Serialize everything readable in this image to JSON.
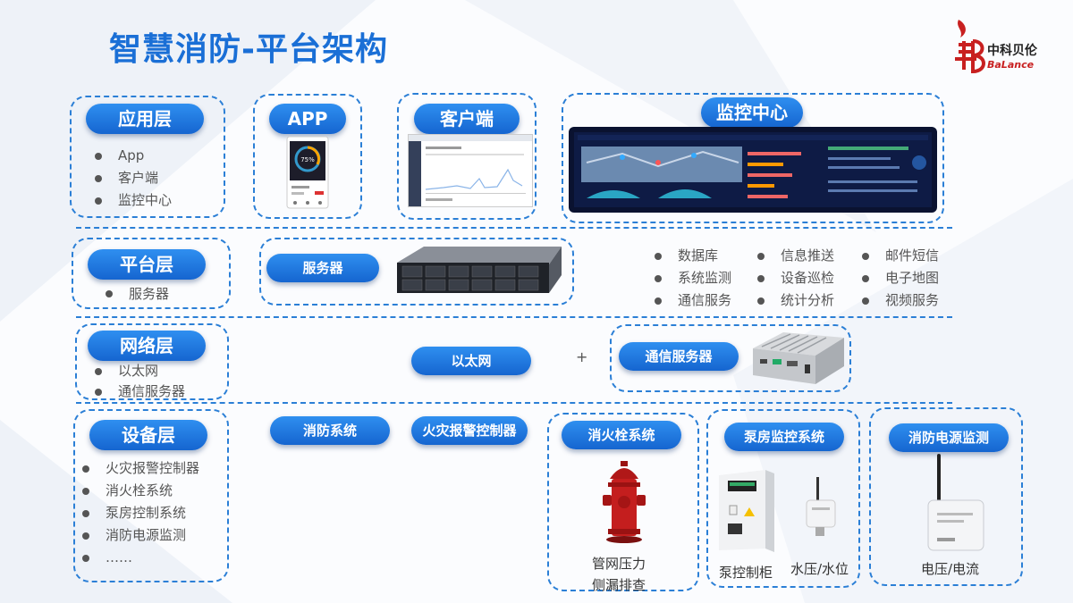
{
  "title": "智慧消防-平台架构",
  "logo": {
    "cn": "中科贝伦",
    "en": "BaLance"
  },
  "app_layer": {
    "label": "应用层",
    "items": [
      "App",
      "客户端",
      "监控中心"
    ],
    "app_label": "APP",
    "app_gauge": "75%",
    "client_label": "客户端",
    "monitor_label": "监控中心"
  },
  "platform_layer": {
    "label": "平台层",
    "items": [
      "服务器"
    ],
    "server_label": "服务器",
    "services": [
      "数据库",
      "信息推送",
      "邮件短信",
      "系统监测",
      "设备巡检",
      "电子地图",
      "通信服务",
      "统计分析",
      "视频服务"
    ]
  },
  "network_layer": {
    "label": "网络层",
    "items": [
      "以太网",
      "通信服务器"
    ],
    "ethernet_label": "以太网",
    "plus": "+",
    "comm_server_label": "通信服务器"
  },
  "device_layer": {
    "label": "设备层",
    "items": [
      "火灾报警控制器",
      "消火栓系统",
      "泵房控制系统",
      "消防电源监测",
      "……"
    ],
    "fire_system_label": "消防系统",
    "alarm_controller_label": "火灾报警控制器",
    "hydrant_label": "消火栓系统",
    "hydrant_caption_1": "管网压力",
    "hydrant_caption_2": "侧漏排查",
    "pump_label": "泵房监控系统",
    "pump_caption_1": "泵控制柜",
    "pump_caption_2": "水压/水位",
    "power_label": "消防电源监测",
    "power_caption": "电压/电流"
  },
  "colors": {
    "accent": "#1a6fd6",
    "pill_top": "#2f8ff0",
    "pill_bottom": "#1565d0",
    "hydrant": "#c41e1e",
    "logo_red": "#c82020"
  }
}
